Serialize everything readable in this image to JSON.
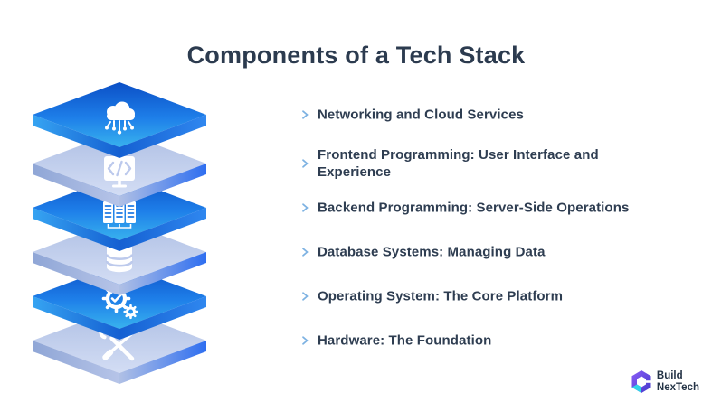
{
  "title": "Components of a Tech Stack",
  "layers": [
    {
      "label": "Networking and Cloud Services",
      "icon": "cloud-network-icon",
      "tone": "bright"
    },
    {
      "label": "Frontend Programming: User Interface and\nExperience",
      "icon": "code-monitor-icon",
      "tone": "light"
    },
    {
      "label": "Backend Programming: Server-Side Operations",
      "icon": "server-stack-icon",
      "tone": "bright"
    },
    {
      "label": "Database Systems: Managing Data",
      "icon": "database-icon",
      "tone": "light"
    },
    {
      "label": "Operating System: The Core Platform",
      "icon": "gears-icon",
      "tone": "bright"
    },
    {
      "label": "Hardware: The Foundation",
      "icon": "tools-icon",
      "tone": "light"
    }
  ],
  "icons": {
    "cloud-network-icon": "☁",
    "code-monitor-icon": "</>",
    "server-stack-icon": "🖥",
    "database-icon": "🛢",
    "gears-icon": "⚙",
    "tools-icon": "🛠",
    "connector-arrow-icon": "›"
  },
  "colors": {
    "title_text": "#2c3b4f",
    "label_text": "#2e3d51",
    "bright_layer_top": "#0b4fc6",
    "bright_layer_bottom": "#38b2ee",
    "light_layer_top": "#aebfe4",
    "light_layer_bottom": "#d3ddf4",
    "connector_dash": "#3b63b5",
    "connector_arrow": "#7db2e2",
    "logo_purple": "#8a5cf6",
    "logo_indigo": "#4338ca",
    "logo_cyan": "#2fd4e8"
  },
  "logo": {
    "line1": "Build",
    "line2": "NexTech"
  }
}
